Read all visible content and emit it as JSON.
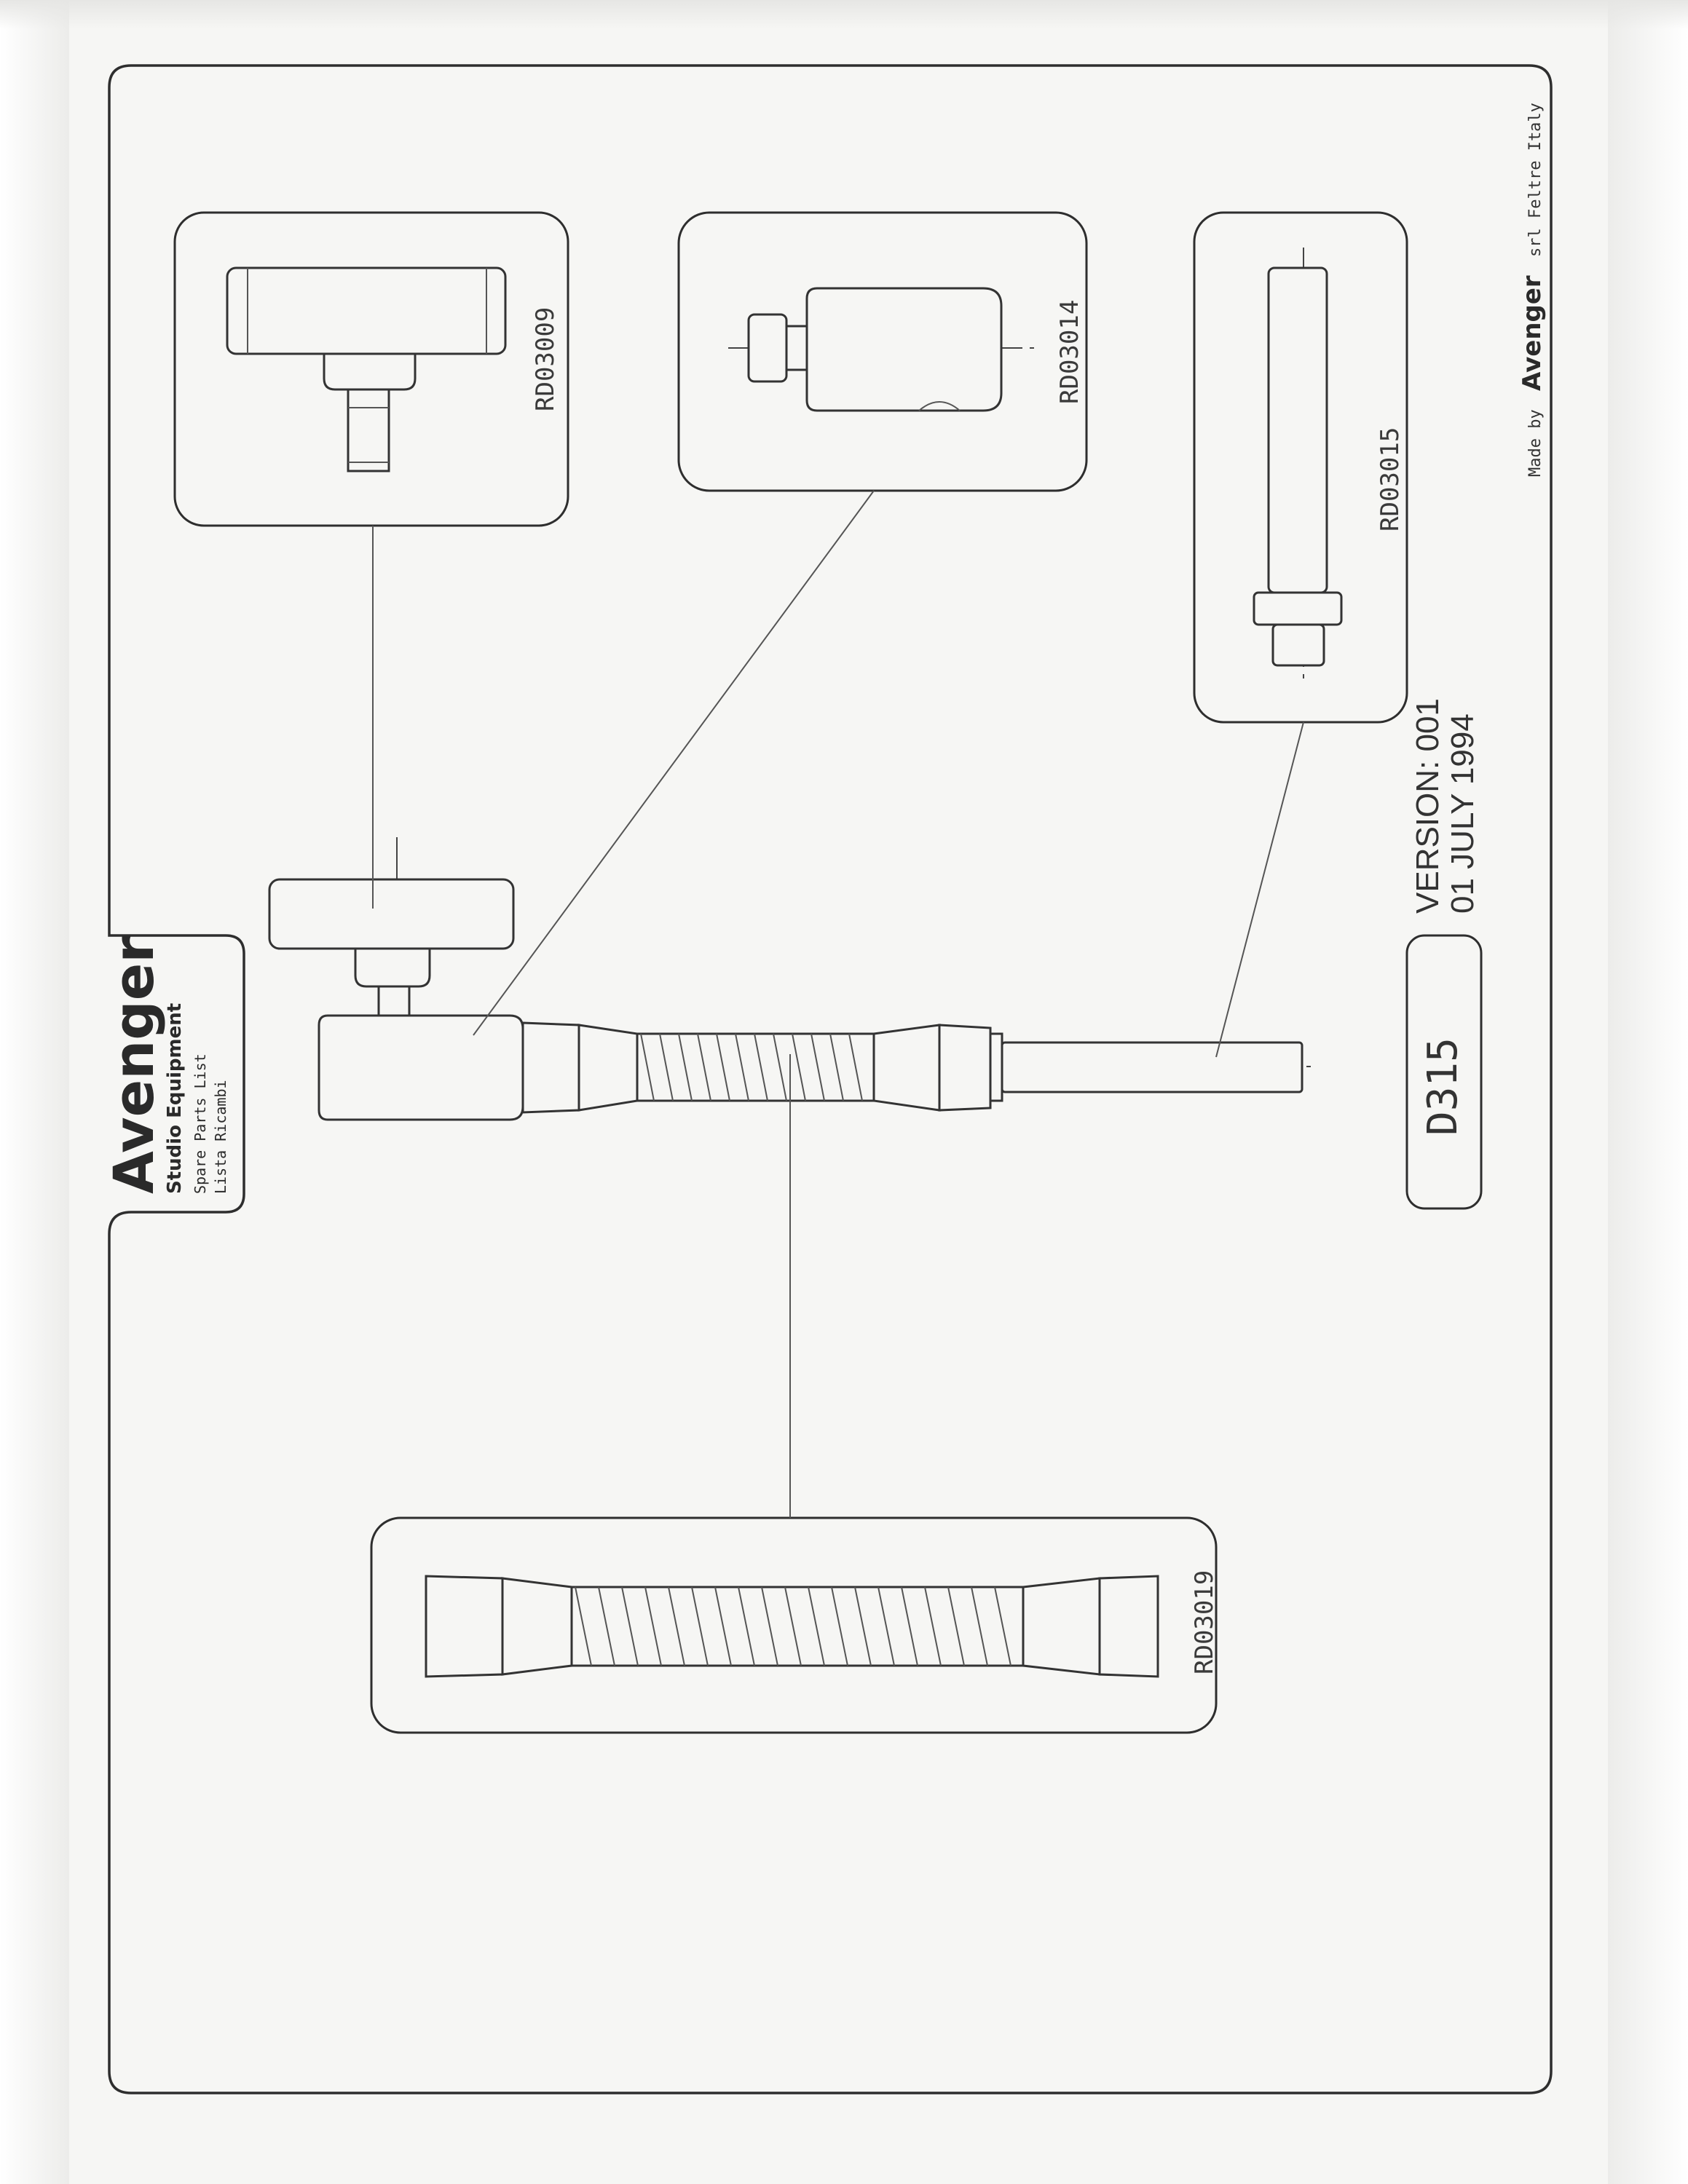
{
  "header": {
    "brand": "Avenger",
    "subtitle": "Studio Equipment",
    "line1": "Spare Parts List",
    "line2": "Lista Ricambi"
  },
  "parts": [
    {
      "code": "RD03009"
    },
    {
      "code": "RD03014"
    },
    {
      "code": "RD03015"
    },
    {
      "code": "RD03019"
    }
  ],
  "model": {
    "code": "D315"
  },
  "version": {
    "label": "VERSION: 001",
    "date": "01 JULY 1994"
  },
  "maker": {
    "prefix": "Made by",
    "brand": "Avenger",
    "suffix": "srl  Feltre Italy"
  }
}
